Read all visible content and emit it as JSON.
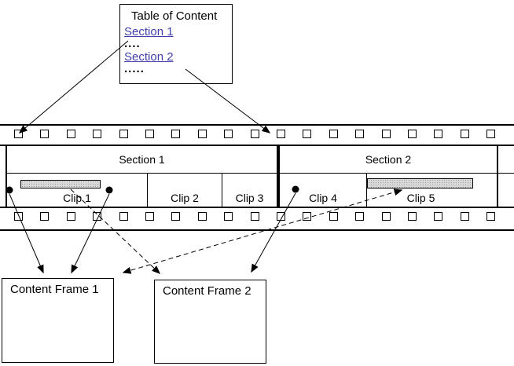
{
  "toc": {
    "title": "Table of Content",
    "links": [
      {
        "label": "Section 1"
      },
      {
        "label": "Section 2"
      }
    ],
    "dots_after_section1": "....",
    "dots_after_section2": ".....",
    "link_color": "#3f3fae"
  },
  "filmstrip": {
    "sections": [
      {
        "label": "Section 1"
      },
      {
        "label": "Section 2"
      }
    ],
    "clips": [
      {
        "label": "Clip 1"
      },
      {
        "label": "Clip 2"
      },
      {
        "label": "Clip 3"
      },
      {
        "label": "Clip 4"
      },
      {
        "label": "Clip 5"
      }
    ],
    "sprocket_holes_per_row": 19
  },
  "content_frames": [
    {
      "label": "Content Frame 1"
    },
    {
      "label": "Content Frame 2"
    }
  ],
  "colors": {
    "line": "#000000",
    "link_blue": "#3f3fae",
    "highlight_bar_fill": "#d9d9d9"
  }
}
